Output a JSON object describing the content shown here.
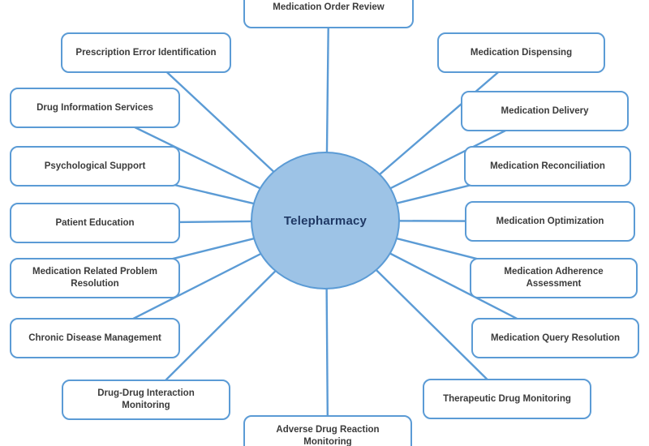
{
  "diagram": {
    "center": {
      "label": "Telepharmacy"
    },
    "nodes": [
      {
        "id": "medication-order-review",
        "label": "Medication Order Review"
      },
      {
        "id": "medication-dispensing",
        "label": "Medication Dispensing"
      },
      {
        "id": "medication-delivery",
        "label": "Medication Delivery"
      },
      {
        "id": "medication-reconciliation",
        "label": "Medication Reconciliation"
      },
      {
        "id": "medication-optimization",
        "label": "Medication Optimization"
      },
      {
        "id": "medication-adherence-assessment",
        "label": "Medication Adherence Assessment"
      },
      {
        "id": "medication-query-resolution",
        "label": "Medication Query Resolution"
      },
      {
        "id": "therapeutic-drug-monitoring",
        "label": "Therapeutic Drug Monitoring"
      },
      {
        "id": "adverse-drug-reaction-monitoring",
        "label": "Adverse Drug Reaction Monitoring"
      },
      {
        "id": "drug-drug-interaction-monitoring",
        "label": "Drug-Drug Interaction Monitoring"
      },
      {
        "id": "chronic-disease-management",
        "label": "Chronic Disease Management"
      },
      {
        "id": "medication-related-problem-resolution",
        "label": "Medication Related Problem Resolution"
      },
      {
        "id": "patient-education",
        "label": "Patient Education"
      },
      {
        "id": "psychological-support",
        "label": "Psychological Support"
      },
      {
        "id": "drug-information-services",
        "label": "Drug Information Services"
      },
      {
        "id": "prescription-error-identification",
        "label": "Prescription Error Identification"
      }
    ]
  },
  "colors": {
    "connector": "#5B9BD5",
    "node_border": "#5B9BD5",
    "node_fill": "#FFFFFF",
    "node_text": "#3B3B3B",
    "hub_fill": "#9DC3E6",
    "hub_border": "#5B9BD5",
    "hub_text": "#1F3864"
  }
}
